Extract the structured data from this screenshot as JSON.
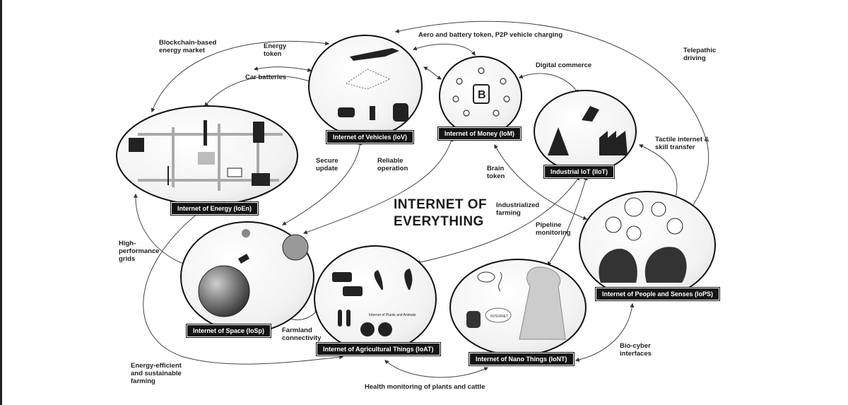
{
  "title": "INTERNET OF\nEVERYTHING",
  "nodes": {
    "ioen": "Internet of Energy (IoEn)",
    "iov": "Internet of Vehicles (IoV)",
    "iom": "Internet of Money (IoM)",
    "iiot": "Industrial IoT (IIoT)",
    "iops": "Internet of People and Senses (IoPS)",
    "iont": "Internet of Nano Things (IoNT)",
    "ioat": "Internet of Agricultural Things (IoAT)",
    "iosp": "Internet of Space (IoSp)"
  },
  "labels": {
    "blockchain": "Blockchain-based\nenergy market",
    "energy_token": "Energy\ntoken",
    "car_batteries": "Car batteries",
    "aero": "Aero and battery token, P2P vehicle charging",
    "telepathic": "Telepathic\ndriving",
    "digital_commerce": "Digital commerce",
    "tactile": "Tactile internet &\nskill transfer",
    "secure_update": "Secure\nupdate",
    "reliable_operation": "Reliable\noperation",
    "brain_token": "Brain\ntoken",
    "industrialized": "Industrialized\nfarming",
    "pipeline": "Pipeline\nmonitoring",
    "high_perf": "High-\nperformance\ngrids",
    "farmland": "Farmland\nconnectivity",
    "energy_efficient": "Energy-efficient\nand sustainable\nfarming",
    "bio_cyber": "Bio-cyber\ninterfaces",
    "health_monitoring": "Health monitoring of plants and cattle"
  },
  "inner_text": {
    "plants_animals": "Internet of Plants and Animals",
    "internet": "INTERNET"
  },
  "icons": [
    "airplane-icon",
    "drone-icon",
    "car-icon",
    "traffic-light-icon",
    "train-icon",
    "bitcoin-icon",
    "robot-arm-icon",
    "oil-pump-icon",
    "factory-icon",
    "power-plant-icon",
    "wind-turbine-icon",
    "pylon-icon",
    "battery-icon",
    "satellite-icon",
    "globe-icon",
    "cow-icon",
    "plant-icon",
    "thermometer-icon",
    "brain-icon",
    "hand-icon",
    "nose-icon",
    "ear-icon",
    "mouth-icon",
    "head-icon",
    "doctor-icon",
    "bacteria-icon",
    "dna-icon",
    "human-body-icon"
  ]
}
